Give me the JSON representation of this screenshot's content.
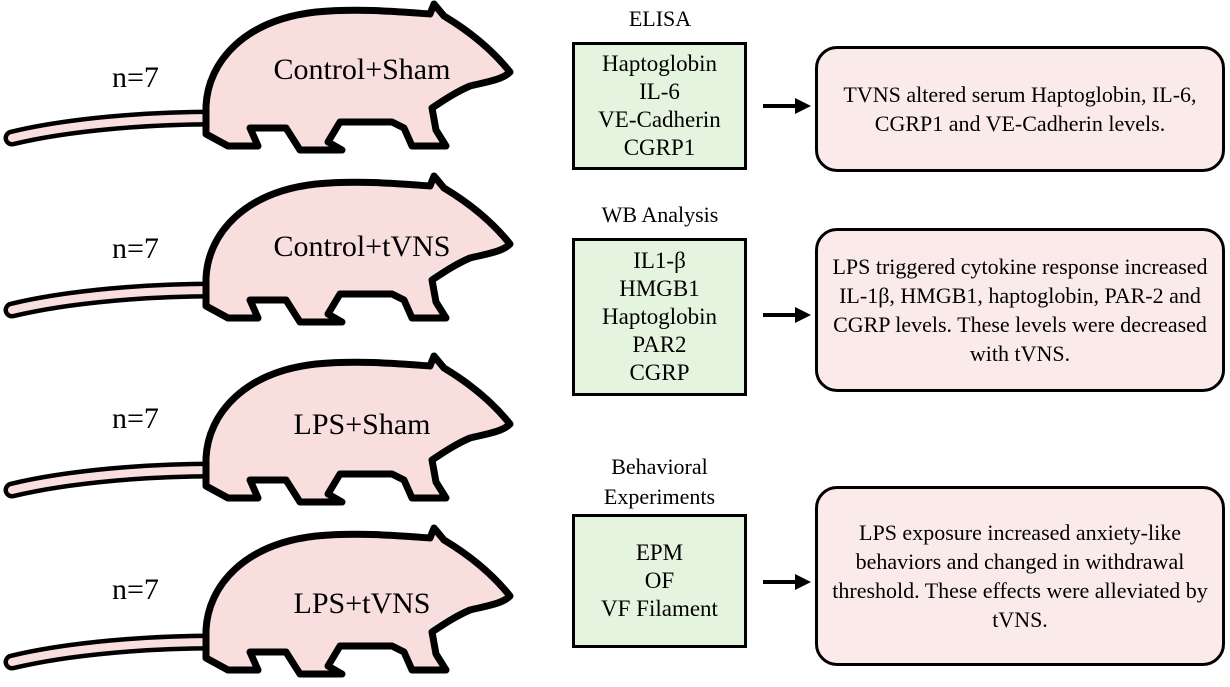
{
  "groups": [
    {
      "n": "n=7",
      "label": "Control+Sham"
    },
    {
      "n": "n=7",
      "label": "Control+tVNS"
    },
    {
      "n": "n=7",
      "label": "LPS+Sham"
    },
    {
      "n": "n=7",
      "label": "LPS+tVNS"
    }
  ],
  "sections": [
    {
      "title": "ELISA",
      "items": [
        "Haptoglobin",
        "IL-6",
        "VE-Cadherin",
        "CGRP1"
      ],
      "result": "TVNS altered serum Haptoglobin, IL-6, CGRP1 and VE-Cadherin levels."
    },
    {
      "title": "WB Analysis",
      "items": [
        "IL1-β",
        "HMGB1",
        "Haptoglobin",
        "PAR2",
        "CGRP"
      ],
      "result": "LPS triggered cytokine response increased IL-1β, HMGB1, haptoglobin, PAR-2 and CGRP levels. These levels were decreased with tVNS."
    },
    {
      "title": "Behavioral Experiments",
      "items": [
        "EPM",
        "OF",
        "VF Filament"
      ],
      "result": "LPS exposure increased anxiety-like behaviors and changed in withdrawal threshold. These effects were alleviated by tVNS."
    }
  ],
  "colors": {
    "rat_fill": "#f9dede",
    "method_box_fill": "#e4f4de",
    "result_box_fill": "#fbeaea",
    "outline": "#000000"
  }
}
